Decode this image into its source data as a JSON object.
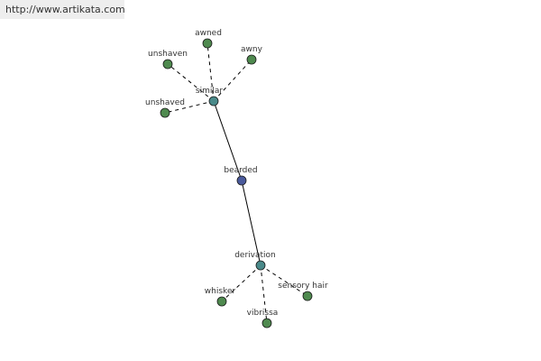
{
  "watermark": "http://www.artikata.com",
  "colors": {
    "root": "#4a5a9c",
    "relation": "#4a8a8a",
    "leaf": "#4f8a4f",
    "edge": "#000000"
  },
  "nodes": [
    {
      "id": "bearded",
      "label": "bearded",
      "kind": "root"
    },
    {
      "id": "similar",
      "label": "similar",
      "kind": "relation"
    },
    {
      "id": "derivation",
      "label": "derivation",
      "kind": "relation"
    },
    {
      "id": "awned",
      "label": "awned",
      "kind": "leaf"
    },
    {
      "id": "awny",
      "label": "awny",
      "kind": "leaf"
    },
    {
      "id": "unshaven",
      "label": "unshaven",
      "kind": "leaf"
    },
    {
      "id": "unshaved",
      "label": "unshaved",
      "kind": "leaf"
    },
    {
      "id": "whisker",
      "label": "whisker",
      "kind": "leaf"
    },
    {
      "id": "vibrissa",
      "label": "vibrissa",
      "kind": "leaf"
    },
    {
      "id": "sensory-hair",
      "label": "sensory hair",
      "kind": "leaf"
    }
  ],
  "edges": [
    {
      "from": "bearded",
      "to": "similar",
      "style": "solid"
    },
    {
      "from": "bearded",
      "to": "derivation",
      "style": "solid"
    },
    {
      "from": "similar",
      "to": "awned",
      "style": "dashed"
    },
    {
      "from": "similar",
      "to": "awny",
      "style": "dashed"
    },
    {
      "from": "similar",
      "to": "unshaven",
      "style": "dashed"
    },
    {
      "from": "similar",
      "to": "unshaved",
      "style": "dashed"
    },
    {
      "from": "derivation",
      "to": "whisker",
      "style": "dashed"
    },
    {
      "from": "derivation",
      "to": "vibrissa",
      "style": "dashed"
    },
    {
      "from": "derivation",
      "to": "sensory-hair",
      "style": "dashed"
    }
  ]
}
